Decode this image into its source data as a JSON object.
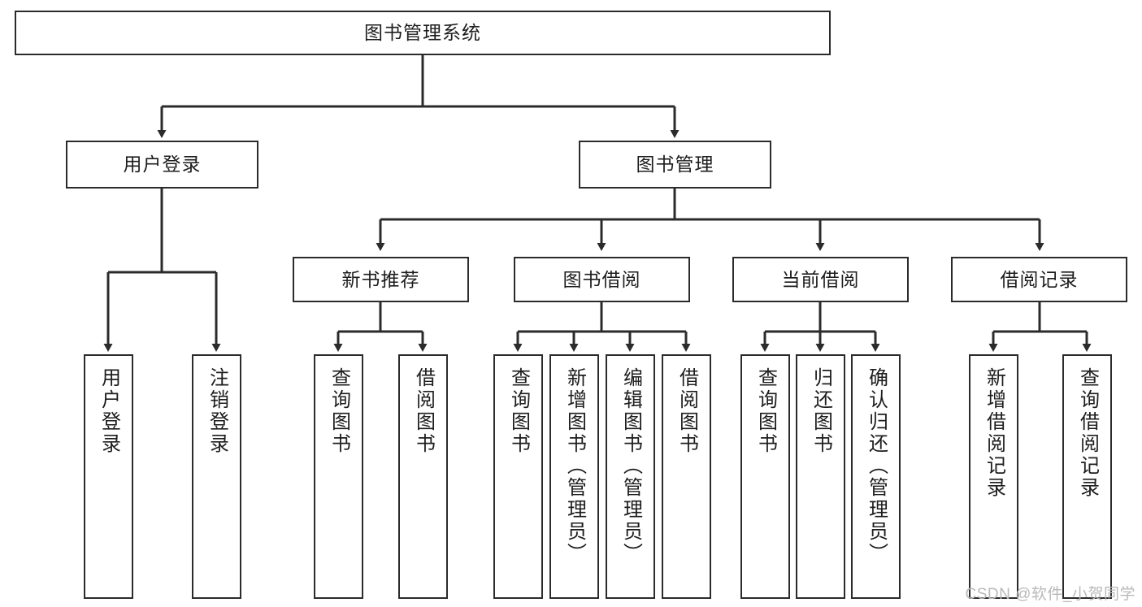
{
  "diagram": {
    "type": "tree-hierarchy-chart",
    "title": "图书管理系统",
    "line_color": "#2b2b2b",
    "box_fill": "#ffffff",
    "background": "#ffffff",
    "root": {
      "label": "图书管理系统"
    },
    "level2": [
      {
        "label": "用户登录"
      },
      {
        "label": "图书管理"
      }
    ],
    "level3": [
      {
        "label": "新书推荐"
      },
      {
        "label": "图书借阅"
      },
      {
        "label": "当前借阅"
      },
      {
        "label": "借阅记录"
      }
    ],
    "leaves": {
      "user_login": [
        {
          "label": "用户登录"
        },
        {
          "label": "注销登录"
        }
      ],
      "new_book_recommend": [
        {
          "label": "查询图书"
        },
        {
          "label": "借阅图书"
        }
      ],
      "book_borrow": [
        {
          "label": "查询图书"
        },
        {
          "label": "新增图书（管理员）"
        },
        {
          "label": "编辑图书（管理员）"
        },
        {
          "label": "借阅图书"
        }
      ],
      "current_borrow": [
        {
          "label": "查询图书"
        },
        {
          "label": "归还图书"
        },
        {
          "label": "确认归还（管理员）"
        }
      ],
      "borrow_record": [
        {
          "label": "新增借阅记录"
        },
        {
          "label": "查询借阅记录"
        }
      ]
    }
  },
  "watermark": {
    "text": "CSDN @软件_小贺同学"
  }
}
